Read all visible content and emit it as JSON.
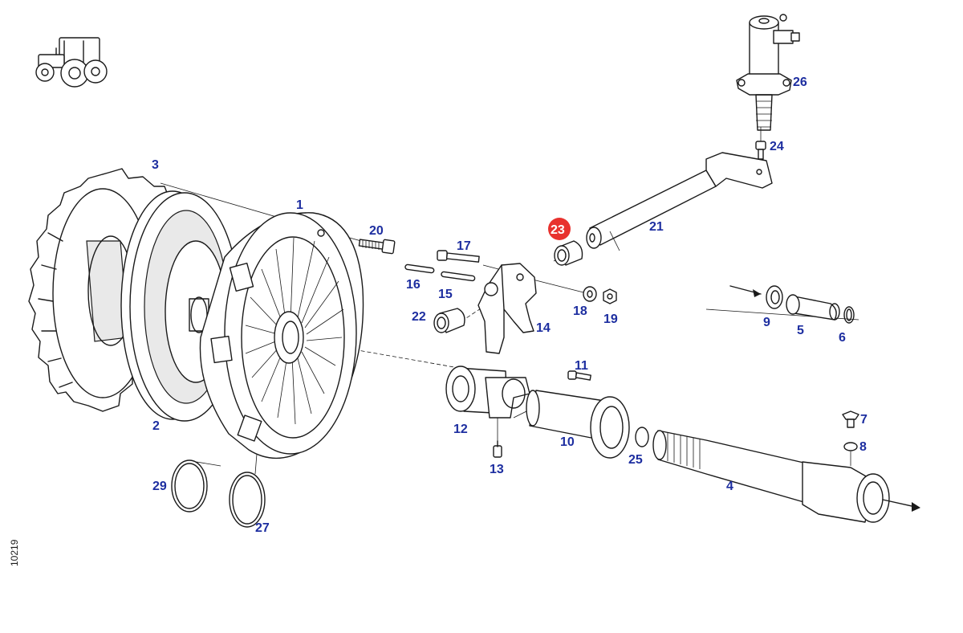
{
  "diagram": {
    "type": "exploded-parts-diagram",
    "highlight_color": "#e8322e",
    "label_color": "#1d2ea0",
    "highlighted_part": "23",
    "reference_code": "10219",
    "icons": [
      "tractor-icon"
    ],
    "callouts": {
      "p1": "1",
      "p2": "2",
      "p3": "3",
      "p4": "4",
      "p5": "5",
      "p6": "6",
      "p7": "7",
      "p8": "8",
      "p9": "9",
      "p10": "10",
      "p11": "11",
      "p12": "12",
      "p13": "13",
      "p14": "14",
      "p15": "15",
      "p16": "16",
      "p17": "17",
      "p18": "18",
      "p19": "19",
      "p20": "20",
      "p21": "21",
      "p22": "22",
      "p23": "23",
      "p24": "24",
      "p25": "25",
      "p26": "26",
      "p27": "27",
      "p29": "29"
    }
  }
}
